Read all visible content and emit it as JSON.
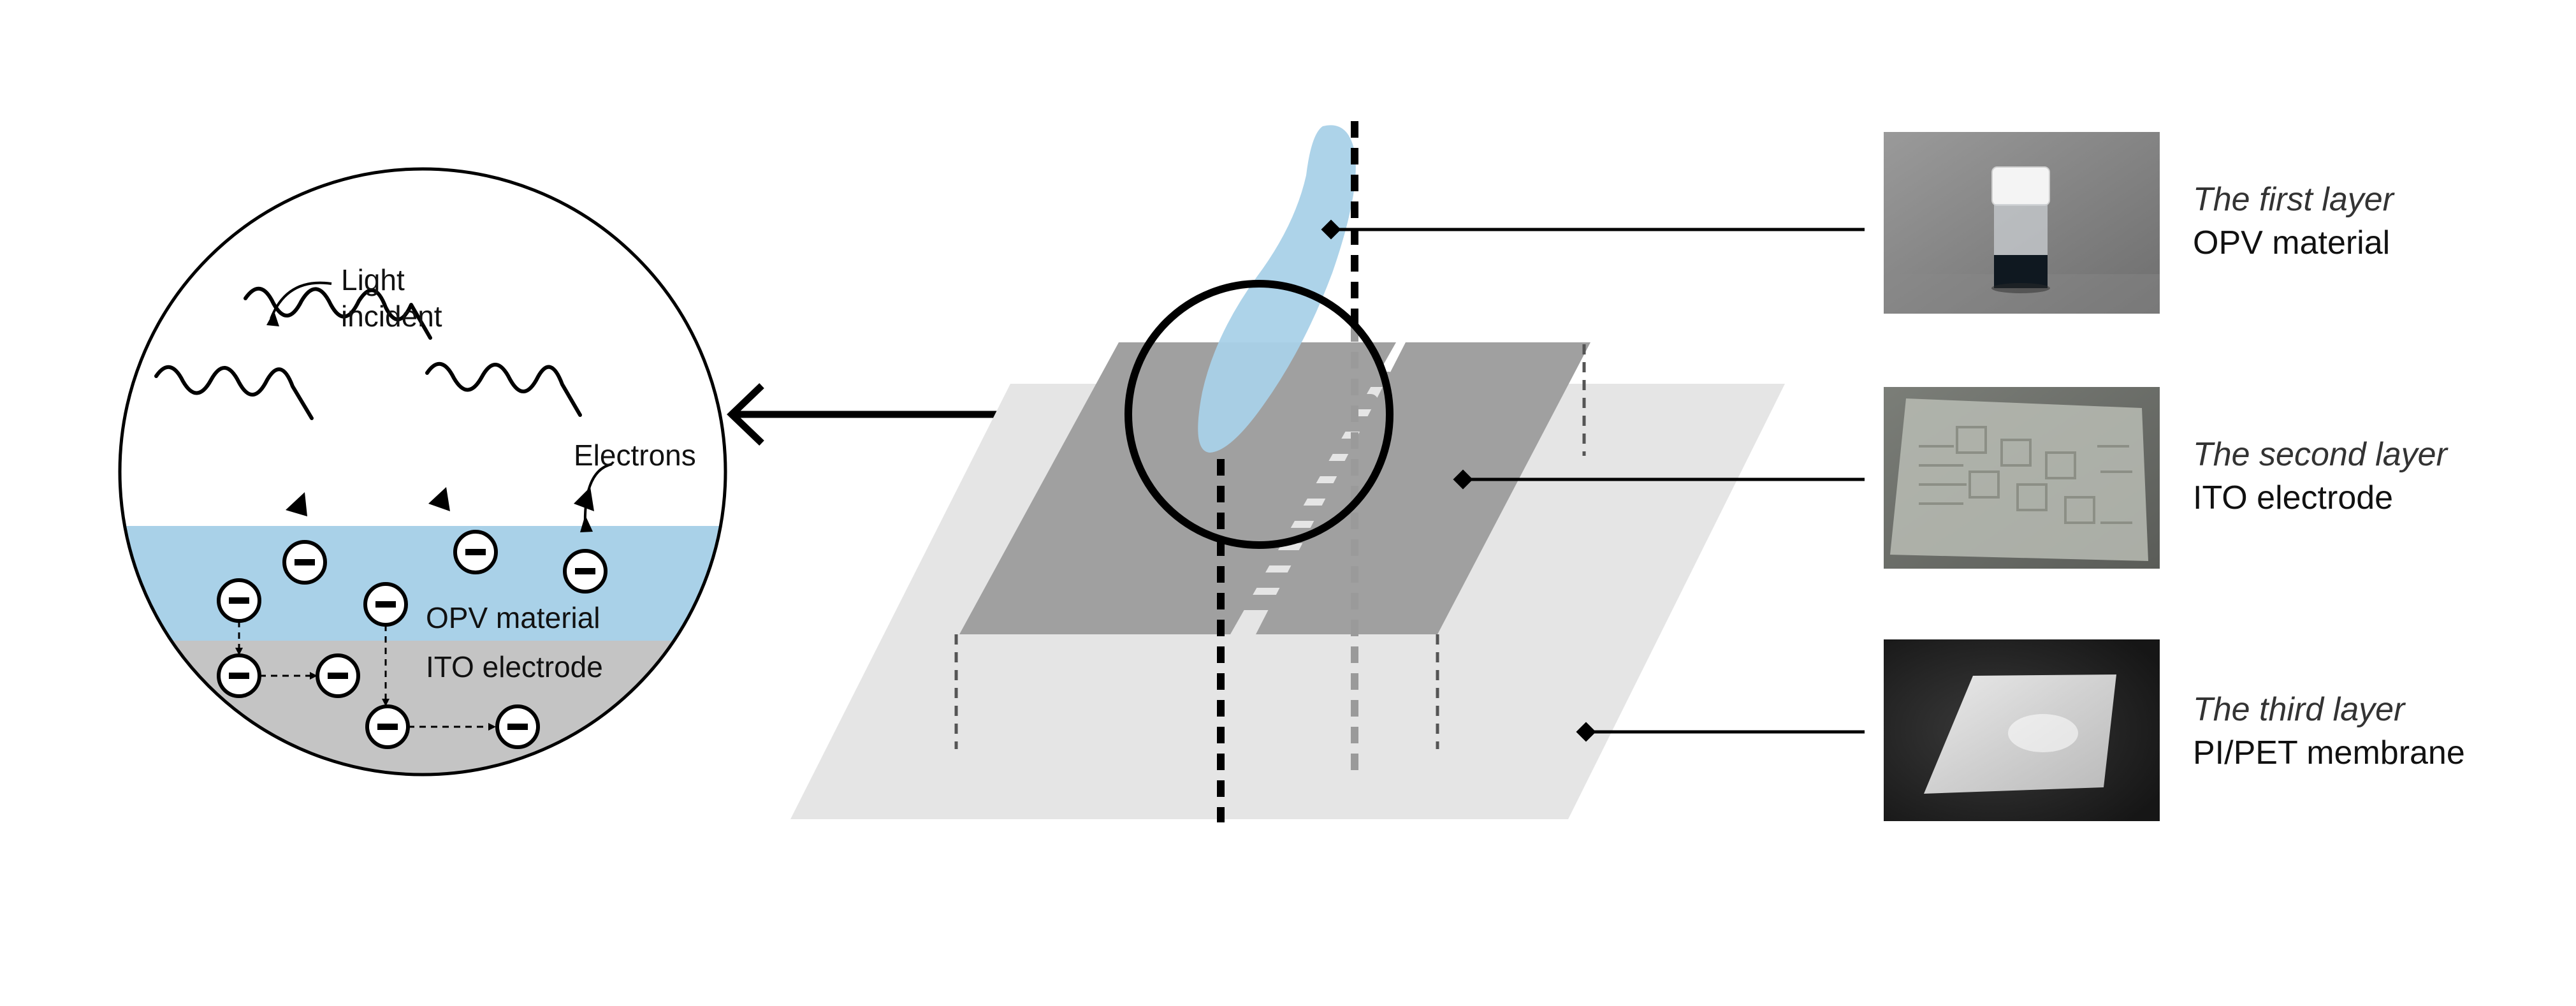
{
  "zoom_view": {
    "light_label_line1": "Light",
    "light_label_line2": "incident",
    "electrons_label": "Electrons",
    "opv_label": "OPV material",
    "ito_label": "ITO electrode"
  },
  "layers": [
    {
      "title": "The first layer",
      "name": "OPV material",
      "photo_icon": "vial-photo"
    },
    {
      "title": "The second layer",
      "name": "ITO electrode",
      "photo_icon": "electrode-film-photo"
    },
    {
      "title": "The third layer",
      "name": "PI/PET membrane",
      "photo_icon": "membrane-photo"
    }
  ],
  "colors": {
    "opv_blue": "#a9d1e8",
    "ito_gray": "#c4c4c4",
    "substrate_gray": "#e5e5e5",
    "electrode_gray": "#a0a0a0"
  }
}
